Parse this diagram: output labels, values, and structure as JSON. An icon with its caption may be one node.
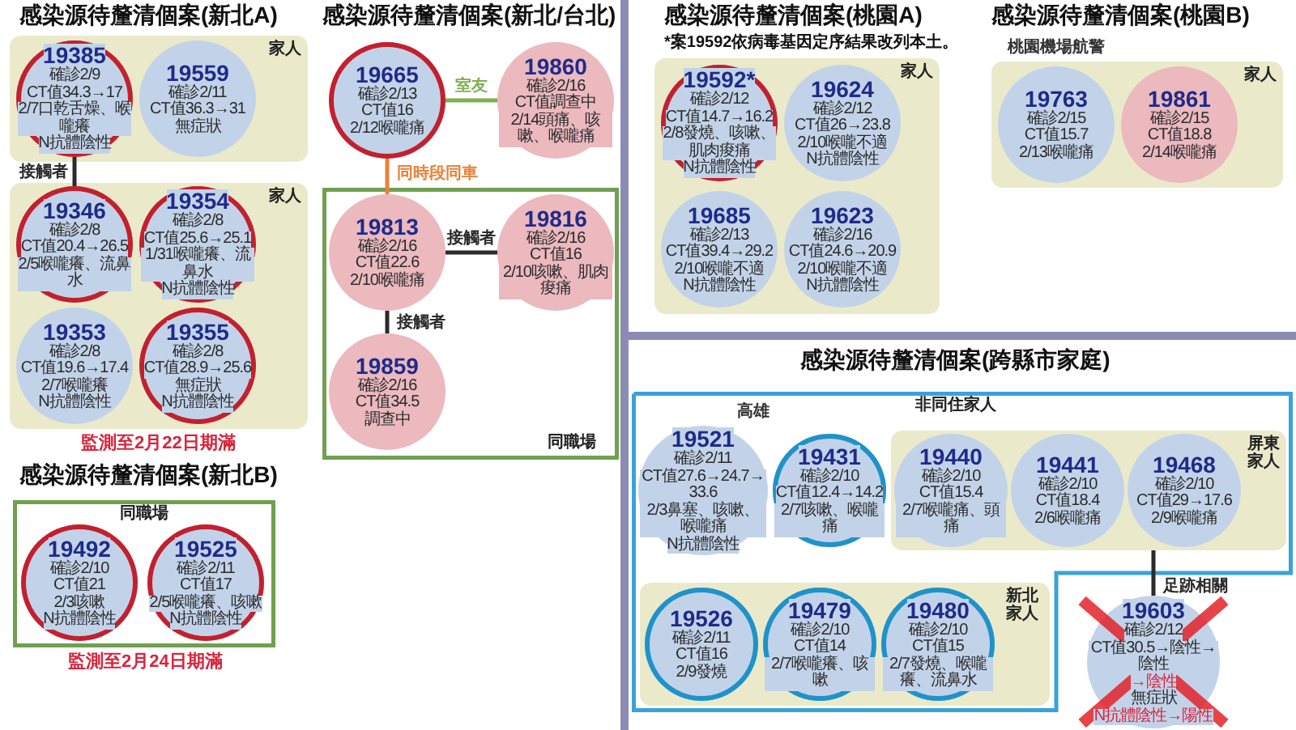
{
  "diagram": {
    "nodes": [
      {
        "text": [
          "家人"
        ]
      },
      {
        "text": [
          "19385",
          "確診2/9",
          "CT值34.3→17",
          "2/7口乾舌燥、喉嚨癢",
          "N抗體陰性"
        ],
        "in": 0
      },
      {
        "text": [
          "19559",
          "確診2/11",
          "CT值36.3→31",
          "無症狀"
        ],
        "in": 0
      },
      {
        "text": [
          "家人"
        ]
      },
      {
        "text": [
          "19346",
          "確診2/8",
          "CT值20.4→26.5",
          "2/5喉嚨癢、流鼻水"
        ],
        "in": 3
      },
      {
        "text": [
          "19354",
          "確診2/8",
          "CT值25.6→25.1",
          "1/31喉嚨癢、流鼻水",
          "N抗體陰性"
        ],
        "in": 3
      },
      {
        "text": [
          "19353",
          "確診2/8",
          "CT值19.6→17.4",
          "2/7喉嚨癢",
          "N抗體陰性"
        ],
        "in": 3
      },
      {
        "text": [
          "19355",
          "確診2/8",
          "CT值28.9→25.6",
          "無症狀",
          "N抗體陰性"
        ],
        "in": 3
      },
      {
        "text": [
          "19665",
          "確診2/13",
          "CT值16",
          "2/12喉嚨痛"
        ]
      },
      {
        "text": [
          "19860",
          "確診2/16",
          "CT值調查中",
          "2/14頭痛、咳嗽、喉嚨痛"
        ]
      },
      {
        "text": [
          "同職場"
        ]
      },
      {
        "text": [
          "19813",
          "確診2/16",
          "CT值22.6",
          "2/10喉嚨痛"
        ],
        "in": 10
      },
      {
        "text": [
          "19816",
          "確診2/16",
          "CT值16",
          "2/10咳嗽、肌肉痠痛"
        ],
        "in": 10
      },
      {
        "text": [
          "19859",
          "確診2/16",
          "CT值34.5",
          "調查中"
        ],
        "in": 10
      },
      {
        "text": [
          "家人"
        ]
      },
      {
        "text": [
          "19592*",
          "確診2/12",
          "CT值14.7→16.2",
          "2/8發燒、咳嗽、肌肉痠痛",
          "N抗體陰性"
        ],
        "in": 14
      },
      {
        "text": [
          "19624",
          "確診2/12",
          "CT值26→23.8",
          "2/10喉嚨不適",
          "N抗體陰性"
        ],
        "in": 14
      },
      {
        "text": [
          "19685",
          "確診2/13",
          "CT值39.4→29.2",
          "2/10喉嚨不適",
          "N抗體陰性"
        ],
        "in": 14
      },
      {
        "text": [
          "19623",
          "確診2/16",
          "CT值24.6→20.9",
          "2/10喉嚨不適",
          "N抗體陰性"
        ],
        "in": 14
      },
      {
        "text": [
          "家人"
        ],
        "beside": [
          "桃園機場航警"
        ]
      },
      {
        "text": [
          "19763",
          "確診2/15",
          "CT值15.7",
          "2/13喉嚨痛"
        ],
        "in": 19
      },
      {
        "text": [
          "19861",
          "確診2/15",
          "CT值18.8",
          "2/14喉嚨痛"
        ],
        "in": 19
      },
      {
        "text": [
          "同職場"
        ]
      },
      {
        "text": [
          "19492",
          "確診2/10",
          "CT值21",
          "2/3咳嗽",
          "N抗體陰性"
        ],
        "in": 22
      },
      {
        "text": [
          "19525",
          "確診2/11",
          "CT值17",
          "2/5喉嚨癢、咳嗽",
          "N抗體陰性"
        ],
        "in": 22
      },
      {
        "text": [
          "非同住家人"
        ]
      },
      {
        "text": [
          "19521",
          "確診2/11",
          "CT值27.6→24.7→33.6",
          "2/3鼻塞、咳嗽、喉嚨痛",
          "N抗體陰性"
        ],
        "beside": [
          "高雄"
        ],
        "in": 25
      },
      {
        "text": [
          "19431",
          "確診2/10",
          "CT值12.4→14.2",
          "2/7咳嗽、喉嚨痛"
        ],
        "in": 25
      },
      {
        "text": [
          "屏東家人"
        ],
        "in": 25
      },
      {
        "text": [
          "19440",
          "確診2/10",
          "CT值15.4",
          "2/7喉嚨痛、頭痛"
        ],
        "in": 28
      },
      {
        "text": [
          "19441",
          "確診2/10",
          "CT值18.4",
          "2/6喉嚨痛"
        ],
        "in": 28
      },
      {
        "text": [
          "19468",
          "確診2/10",
          "CT值29→17.6",
          "2/9喉嚨痛"
        ],
        "in": 28
      },
      {
        "text": [
          "新北家人"
        ],
        "in": 25
      },
      {
        "text": [
          "19526",
          "確診2/11",
          "CT值16",
          "2/9發燒"
        ],
        "in": 32
      },
      {
        "text": [
          "19479",
          "確診2/10",
          "CT值14",
          "2/7喉嚨癢、咳嗽"
        ],
        "in": 32
      },
      {
        "text": [
          "19480",
          "確診2/10",
          "CT值15",
          "2/7發燒、喉嚨癢、流鼻水"
        ],
        "in": 32
      },
      {
        "text": [
          "19603",
          "確診2/12",
          "CT值30.5→陰性→陰性",
          "→陰性",
          "無症狀",
          "N抗體陰性→陽性"
        ]
      }
    ],
    "edges": [
      {
        "from": 1,
        "to": 4,
        "arrow": "none",
        "label": "接觸者"
      },
      {
        "from": 8,
        "to": 9,
        "arrow": "none",
        "label": "室友",
        "color": "#7fb050"
      },
      {
        "from": 8,
        "to": 11,
        "arrow": "none",
        "label": "同時段同車",
        "color": "#e8823c"
      },
      {
        "from": 11,
        "to": 12,
        "arrow": "none",
        "label": "接觸者"
      },
      {
        "from": 11,
        "to": 13,
        "arrow": "none",
        "label": "接觸者"
      },
      {
        "from": 28,
        "to": 36,
        "arrow": "none",
        "label": "足跡相關"
      }
    ],
    "labels": [
      "感染源待釐清個案(新北A)",
      "感染源待釐清個案(新北/台北)",
      "感染源待釐清個案(桃園A)",
      "*案19592依病毒基因定序結果改列本土。",
      "感染源待釐清個案(桃園B)",
      "監測至2月22日期滿",
      "感染源待釐清個案(跨縣市家庭)",
      "感染源待釐清個案(新北B)",
      "監測至2月24日期滿"
    ]
  }
}
